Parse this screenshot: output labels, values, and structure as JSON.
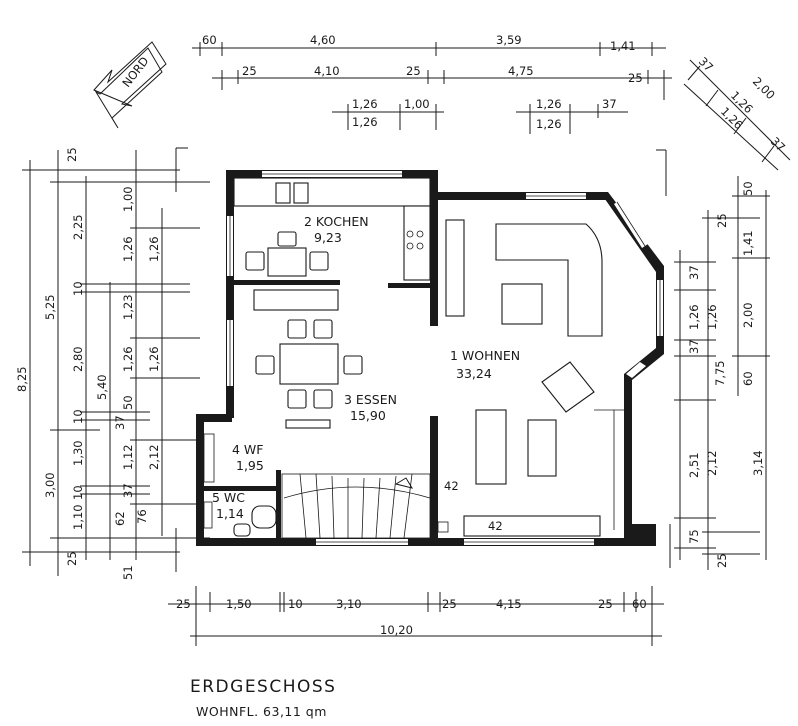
{
  "plan": {
    "title": "ERDGESCHOSS",
    "subtitle": "WOHNFL. 63,11 qm",
    "north_label": "NORD"
  },
  "rooms": {
    "kochen_name": "2 KOCHEN",
    "kochen_area": "9,23",
    "essen_name": "3 ESSEN",
    "essen_area": "15,90",
    "wohnen_name": "1 WOHNEN",
    "wohnen_area": "33,24",
    "wf_name": "4 WF",
    "wf_area": "1,95",
    "wc_name": "5 WC",
    "wc_area": "1,14"
  },
  "top_dims": {
    "row1": [
      "60",
      "4,60",
      "3,59",
      "1,41"
    ],
    "row2": [
      "25",
      "4,10",
      "25",
      "4,75",
      "25"
    ],
    "row3a": [
      "1,26",
      "1,00",
      "1,26"
    ],
    "row3b": [
      "1,26",
      "37",
      "1,26"
    ]
  },
  "bottom_dims": {
    "row1": [
      "25",
      "1,50",
      "10",
      "3,10",
      "25",
      "4,15",
      "25",
      "60"
    ],
    "row2": [
      "10,20"
    ]
  },
  "left_dims": {
    "outer": [
      "8,25"
    ],
    "col2": [
      "25",
      "5,25",
      "3,00",
      "25"
    ],
    "col3": [
      "2,25",
      "10",
      "2,80",
      "10",
      "1,30",
      "10",
      "1,10"
    ],
    "col4": [
      "5,40",
      "37",
      "62",
      "51"
    ],
    "col5": [
      "1,00",
      "1,26",
      "1,23",
      "1,26",
      "50",
      "1,12",
      "37",
      "76"
    ],
    "col6": [
      "1,26",
      "1,26",
      "2,12"
    ]
  },
  "right_dims": {
    "diag": [
      "37",
      "2,00",
      "1,26",
      "1,26",
      "37"
    ],
    "col1": [
      "37",
      "1,26",
      "37",
      "2,51",
      "75"
    ],
    "col2": [
      "25",
      "1,26",
      "2,12",
      "25"
    ],
    "col3": [
      "50",
      "1,41",
      "2,00",
      "60"
    ],
    "col4": [
      "7,75",
      "3,14"
    ]
  },
  "misc": {
    "stair_label_1": "42",
    "stair_label_2": "42"
  }
}
